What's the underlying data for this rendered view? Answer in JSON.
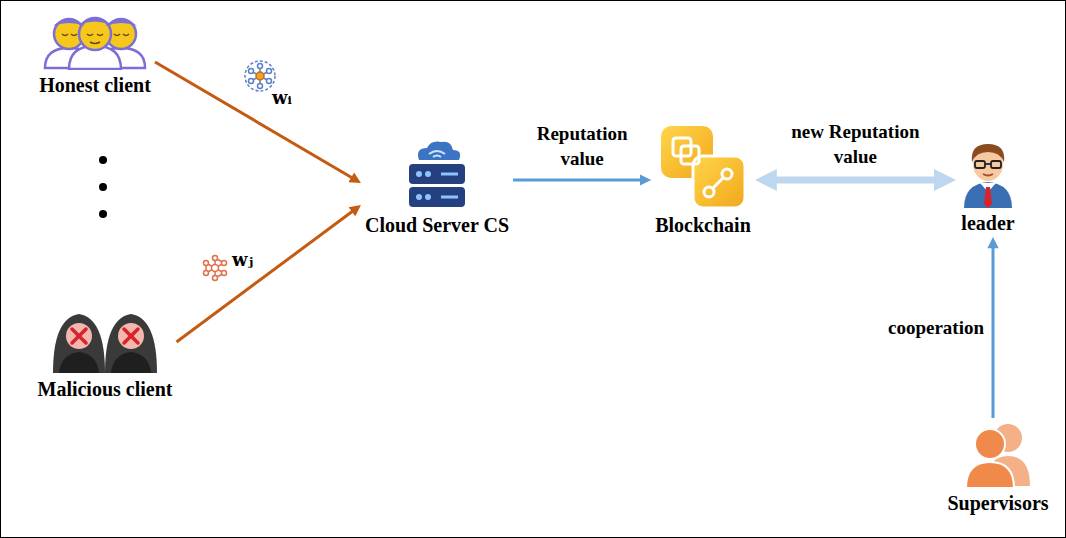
{
  "diagram": {
    "nodes": [
      {
        "text": [
          "Honest client"
        ]
      },
      {
        "text": [
          "Malicious client"
        ]
      },
      {
        "text": [
          "Cloud Server CS"
        ]
      },
      {
        "text": [
          "Blockchain"
        ]
      },
      {
        "text": [
          "leader"
        ]
      },
      {
        "text": [
          "Supervisors"
        ]
      }
    ],
    "edges": [
      {
        "from": 0,
        "to": 2,
        "arrow": "to",
        "label": "wᵢ"
      },
      {
        "from": 1,
        "to": 2,
        "arrow": "to",
        "label": "wⱼ"
      },
      {
        "from": 2,
        "to": 3,
        "arrow": "to",
        "label": "Reputation value"
      },
      {
        "from": 3,
        "to": 4,
        "arrow": "both",
        "label": "new Reputation value"
      },
      {
        "from": 5,
        "to": 4,
        "arrow": "to",
        "label": "cooperation"
      }
    ]
  }
}
